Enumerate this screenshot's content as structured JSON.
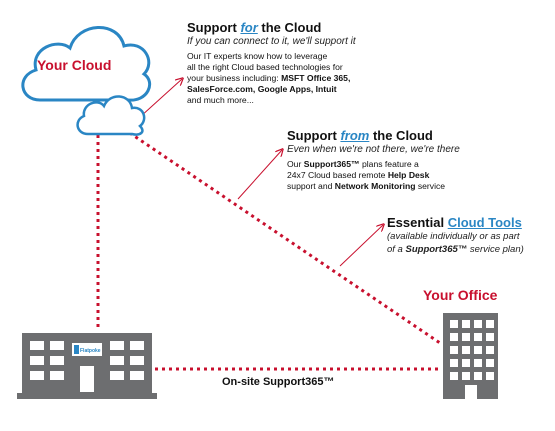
{
  "colors": {
    "accent_red": "#c8102e",
    "cloud_stroke": "#2a86c4",
    "building_gray": "#6d6e70",
    "link_blue": "#2a86c4"
  },
  "your_cloud_label": "Your Cloud",
  "your_office_label": "Your Office",
  "onsite_label": "On-site Support365™",
  "hq_sign_text": "Flatpoke",
  "support_for": {
    "pre": "Support ",
    "highlight": "for",
    "post": " the Cloud",
    "tagline": "If you can connect to it, we'll support it",
    "body_1": "Our IT experts know how to leverage",
    "body_2": "all the right Cloud based technologies for",
    "body_3a": "your business including: ",
    "body_3b": "MSFT Office 365,",
    "body_4": "SalesForce.com, Google Apps, Intuit",
    "body_5": "and much more..."
  },
  "support_from": {
    "pre": "Support ",
    "highlight": "from",
    "post": " the Cloud",
    "tagline": "Even when we're not there, we're there",
    "body_1a": "Our ",
    "body_1b": "Support365™",
    "body_1c": " plans feature a",
    "body_2a": "24x7 Cloud based remote ",
    "body_2b": "Help Desk",
    "body_3a": "support and ",
    "body_3b": "Network Monitoring",
    "body_3c": " service"
  },
  "cloud_tools": {
    "pre": "Essential ",
    "highlight": "Cloud Tools",
    "line_1": "(available individually or as part",
    "line_2a": "of a ",
    "line_2b": "Support365™",
    "line_2c": " service plan)"
  }
}
